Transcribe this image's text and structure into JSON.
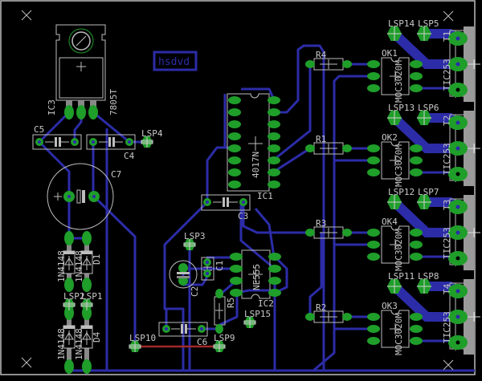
{
  "colors": {
    "background": "#000000",
    "trace": "#2c2ca8",
    "pad": "#1f9e2a",
    "silk": "#c8c8c8",
    "airwire": "#a02828",
    "board": "#bdbdbd"
  },
  "regulator": {
    "name": "IC3",
    "value": "7805T"
  },
  "logo_text": "hsdvd",
  "capacitors": {
    "c5": "C5",
    "c4": "C4",
    "c7": "C7",
    "c3": "C3",
    "c1": "C1",
    "c2": "C2",
    "c6": "C6"
  },
  "counter": {
    "name": "IC1",
    "value": "4017N"
  },
  "timer": {
    "name": "IC2",
    "value": "NE555"
  },
  "resistors": [
    "R4",
    "R1",
    "R3",
    "R2"
  ],
  "r5": "R5",
  "diodes": {
    "d1": "D1",
    "d4": "D4",
    "d2": "1N4148",
    "d3": "1N4148",
    "type": "1N4148"
  },
  "optocouplers": [
    {
      "name": "OK1",
      "value": "MOC3020M"
    },
    {
      "name": "OK2",
      "value": "MOC3020M"
    },
    {
      "name": "OK4",
      "value": "MOC3020M"
    },
    {
      "name": "OK3",
      "value": "MOC3020M"
    }
  ],
  "triacs": [
    {
      "name": "T1",
      "value": "TIC253",
      "lsp_a": "LSP14",
      "lsp_b": "LSP5"
    },
    {
      "name": "T2",
      "value": "TIC253",
      "lsp_a": "LSP13",
      "lsp_b": "LSP6"
    },
    {
      "name": "T3",
      "value": "TIC253",
      "lsp_a": "LSP12",
      "lsp_b": "LSP7"
    },
    {
      "name": "T4",
      "value": "TIC253",
      "lsp_a": "LSP11",
      "lsp_b": "LSP8"
    }
  ],
  "solder_points": {
    "lsp4": "LSP4",
    "lsp3": "LSP3",
    "lsp2": "LSP2",
    "lsp1": "LSP1",
    "lsp15": "LSP15",
    "lsp10": "LSP10",
    "lsp9": "LSP9"
  }
}
